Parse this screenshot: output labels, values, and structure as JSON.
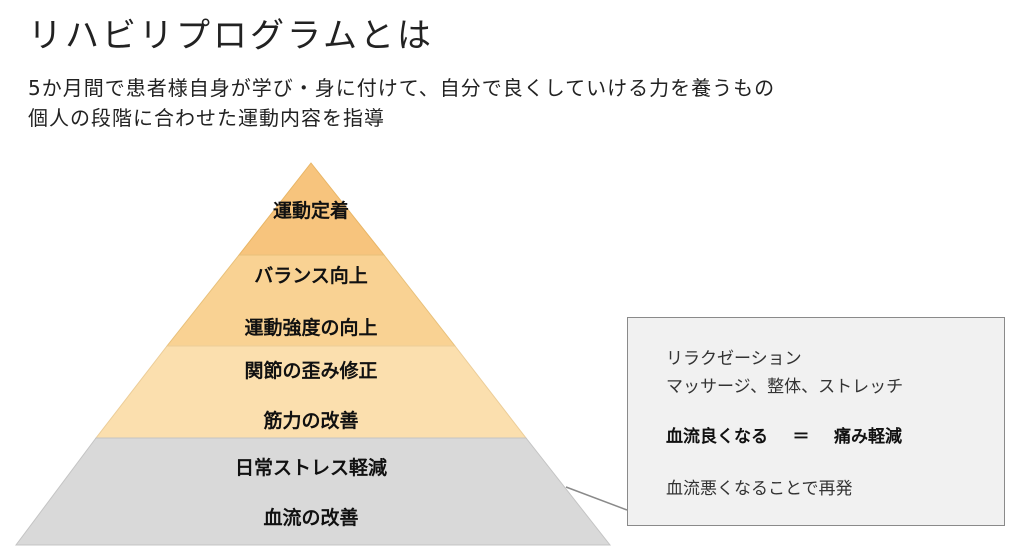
{
  "title": "リハビリプログラムとは",
  "subtitle_lines": [
    "5か月間で患者様自身が学び・身に付けて、自分で良くしていける力を養うもの",
    "個人の段階に合わせた運動内容を指導"
  ],
  "pyramid": {
    "tier1": {
      "label": "運動定着",
      "color": "#f7c47d"
    },
    "tier2": {
      "labels": [
        "バランス向上",
        "運動強度の向上"
      ],
      "color": "#f9d293"
    },
    "tier3": {
      "labels": [
        "関節の歪み修正",
        "筋力の改善"
      ],
      "color": "#fbdfae"
    },
    "tier4": {
      "labels": [
        "日常ストレス軽減",
        "血流の改善"
      ],
      "color": "#d9d9d9"
    }
  },
  "note": {
    "line1": "リラクゼーション",
    "line2": "マッサージ、整体、ストレッチ",
    "line3_left": "血流良くなる",
    "line3_eq": "＝",
    "line3_right": "痛み軽減",
    "line4": "血流悪くなることで再発"
  }
}
